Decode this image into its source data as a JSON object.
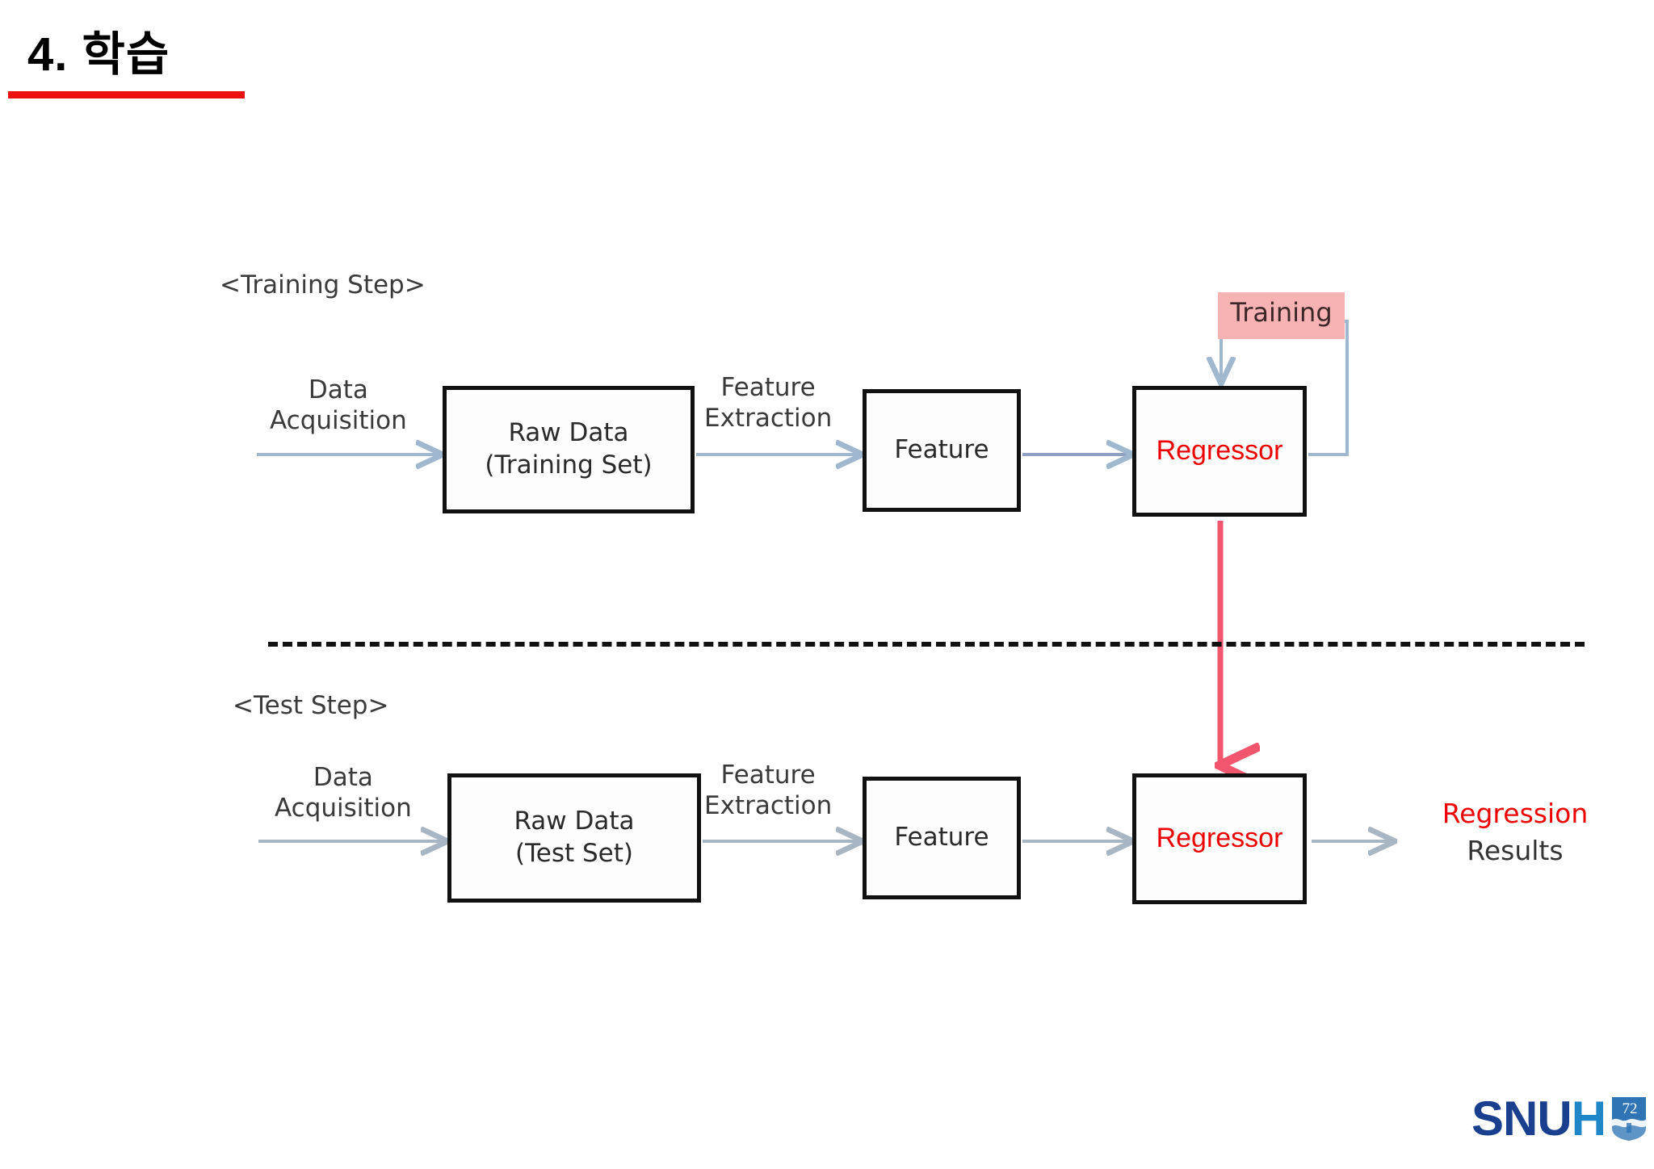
{
  "slide": {
    "title": "4. 학습",
    "accent_color": "#ee1111",
    "background": "#ffffff"
  },
  "diagram": {
    "type": "flowchart",
    "sections": [
      {
        "key": "training",
        "label": "<Training Step>",
        "nodes": [
          {
            "key": "raw_data",
            "label": "Raw Data\n(Training Set)",
            "line1": "Raw Data",
            "line2": "(Training Set)"
          },
          {
            "key": "feature",
            "label": "Feature"
          },
          {
            "key": "regressor",
            "label": "Regressor",
            "color": "#ee0000"
          }
        ],
        "edges": [
          {
            "key": "acquisition",
            "line1": "Data",
            "line2": "Acquisition",
            "color": "#9fb8cf"
          },
          {
            "key": "extraction",
            "line1": "Feature",
            "line2": "Extraction",
            "color": "#9fb8cf"
          },
          {
            "key": "feature_to_regressor",
            "line1": "",
            "line2": "",
            "color": "#8d9fc2"
          },
          {
            "key": "training_loop",
            "label": "Training",
            "highlight": "#f7b3b3",
            "color": "#9fb8cf"
          }
        ]
      },
      {
        "key": "test",
        "label": "<Test Step>",
        "nodes": [
          {
            "key": "raw_data",
            "label": "Raw Data\n(Test Set)",
            "line1": "Raw Data",
            "line2": "(Test Set)"
          },
          {
            "key": "feature",
            "label": "Feature"
          },
          {
            "key": "regressor",
            "label": "Regressor",
            "color": "#ee0000"
          }
        ],
        "edges": [
          {
            "key": "acquisition",
            "line1": "Data",
            "line2": "Acquisition",
            "color": "#a8b5c2"
          },
          {
            "key": "extraction",
            "line1": "Feature",
            "line2": "Extraction",
            "color": "#a8b5c2"
          },
          {
            "key": "feature_to_regressor",
            "line1": "",
            "line2": "",
            "color": "#a8b5c2"
          },
          {
            "key": "regressor_to_results",
            "line1": "",
            "line2": "",
            "color": "#a8b5c2"
          }
        ],
        "output": {
          "line1": "Regression",
          "line2": "Results",
          "line1_color": "#ee0000",
          "line2_color": "#333333"
        }
      }
    ],
    "model_transfer_arrow": {
      "color": "#f2566e"
    },
    "divider": {
      "style": "dashed",
      "color": "#111111"
    }
  },
  "footer": {
    "logo": {
      "part1": "SNU",
      "part2": "H",
      "part1_color": "#1b3f8f",
      "part2_color": "#1f86c8",
      "emblem_color": "#2f74b5"
    }
  }
}
